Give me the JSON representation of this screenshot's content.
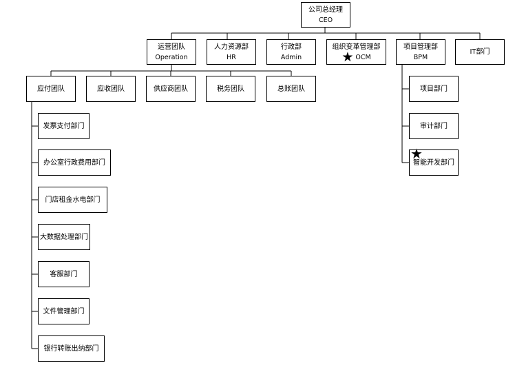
{
  "ceo": {
    "name": "公司总经理",
    "code": "CEO"
  },
  "departments": {
    "operation": {
      "name": "运营团队",
      "code": "Operation"
    },
    "hr": {
      "name": "人力资源部",
      "code": "HR"
    },
    "admin": {
      "name": "行政部",
      "code": "Admin"
    },
    "ocm": {
      "name": "组织变革管理部",
      "code": "OCM",
      "marker": "★"
    },
    "bpm": {
      "name": "项目管理部",
      "code": "BPM"
    },
    "it": {
      "name": "IT部门"
    }
  },
  "teams": {
    "payable": "应付团队",
    "receivable": "应收团队",
    "supplier": "供应商团队",
    "tax": "税务团队",
    "ledger": "总账团队"
  },
  "payable_units": [
    "发票支付部门",
    "办公室行政费用部门",
    "门店租金水电部门",
    "大数据处理部门",
    "客服部门",
    "文件管理部门",
    "银行转账出纳部门"
  ],
  "bpm_units": [
    {
      "name": "项目部门"
    },
    {
      "name": "审计部门"
    },
    {
      "name": "智能开发部门",
      "marker": "★"
    }
  ]
}
